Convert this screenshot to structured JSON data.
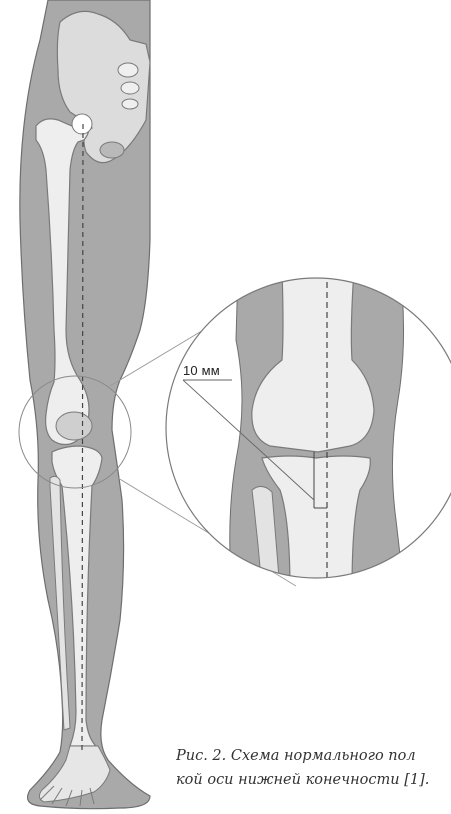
{
  "annotation": {
    "measurement": "10 мм"
  },
  "caption": {
    "line1": "Рис. 2. Схема нормального пол",
    "line2": "кой оси нижней конечности [1]."
  },
  "colors": {
    "skin": "#a9a9a9",
    "skin_outline": "#6e6e6e",
    "bone": "#eeeeee",
    "bone_outline": "#7a7a7a",
    "axis_line": "#444444",
    "guide_line": "#9a9a9a"
  }
}
